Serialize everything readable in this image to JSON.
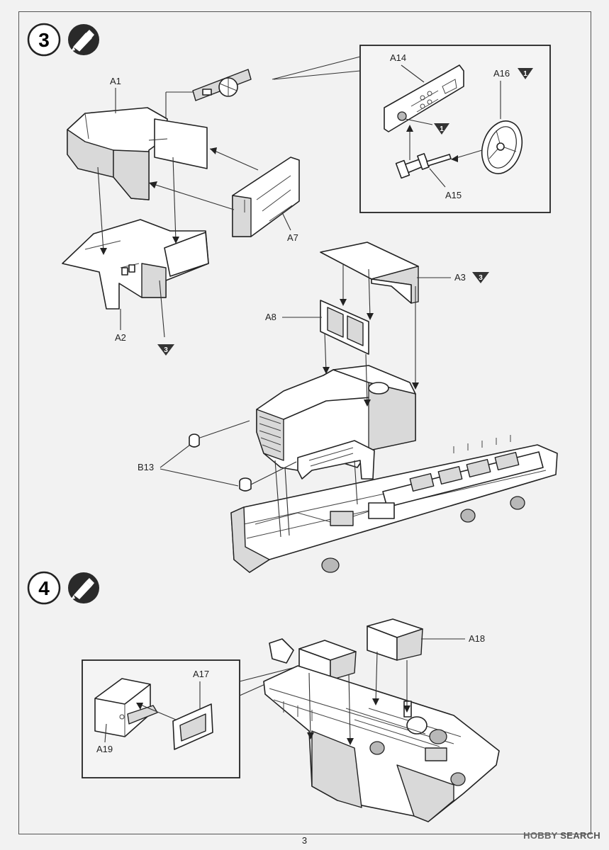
{
  "steps": [
    {
      "number": "3",
      "icon": "glue-tube-icon"
    },
    {
      "number": "4",
      "icon": "glue-tube-icon"
    }
  ],
  "parts": {
    "A1": "A1",
    "A2": "A2",
    "A3": "A3",
    "A7": "A7",
    "A8": "A8",
    "A14": "A14",
    "A15": "A15",
    "A16": "A16",
    "A17": "A17",
    "A18": "A18",
    "A19": "A19",
    "B13": "B13"
  },
  "color_markers": {
    "a16_marker": "1",
    "a14_marker": "1",
    "a3_marker": "3",
    "a2_marker": "3"
  },
  "colors": {
    "marker_fill": "#333333",
    "part_fill": "#ffffff",
    "part_shade": "#d9d9d9"
  },
  "page_number": "3",
  "watermark": {
    "brand": "HOBBY",
    "rest": "SEARCH"
  }
}
